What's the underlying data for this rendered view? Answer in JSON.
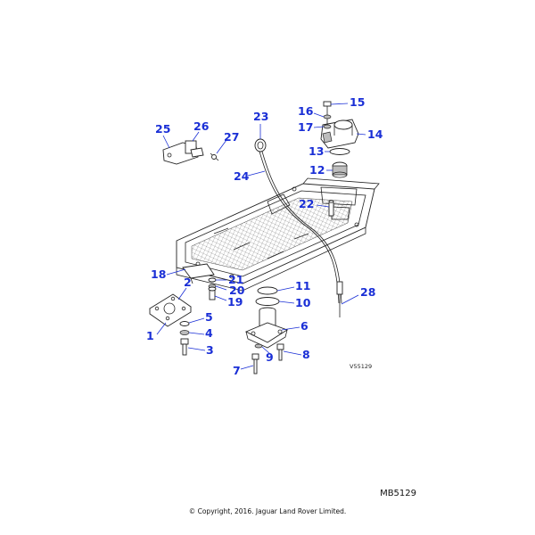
{
  "diagram": {
    "labels": [
      "1",
      "2",
      "3",
      "4",
      "5",
      "6",
      "7",
      "8",
      "9",
      "10",
      "11",
      "12",
      "13",
      "14",
      "15",
      "16",
      "17",
      "18",
      "19",
      "20",
      "21",
      "22",
      "23",
      "24",
      "25",
      "26",
      "27",
      "28"
    ],
    "plate_code": "V55129",
    "reference": "MB5129",
    "copyright": "© Copyright, 2016. Jaguar Land Rover Limited."
  }
}
